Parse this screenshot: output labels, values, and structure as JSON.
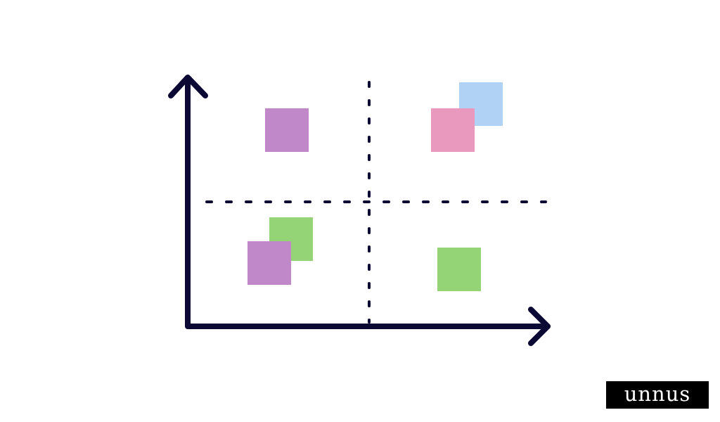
{
  "diagram": {
    "type": "quadrant-matrix",
    "axis_color": "#0b0833",
    "divider_style": "dashed",
    "notes": [
      {
        "name": "purple",
        "color": "#c088c8",
        "quadrant": "top-left"
      },
      {
        "name": "blue",
        "color": "#b0d2f5",
        "quadrant": "top-right"
      },
      {
        "name": "pink",
        "color": "#e899bd",
        "quadrant": "top-right"
      },
      {
        "name": "green",
        "color": "#95d377",
        "quadrant": "bottom-left"
      },
      {
        "name": "purple",
        "color": "#c088c8",
        "quadrant": "bottom-left"
      },
      {
        "name": "green",
        "color": "#95d377",
        "quadrant": "bottom-right"
      }
    ]
  },
  "logo": {
    "text": "unnus"
  }
}
